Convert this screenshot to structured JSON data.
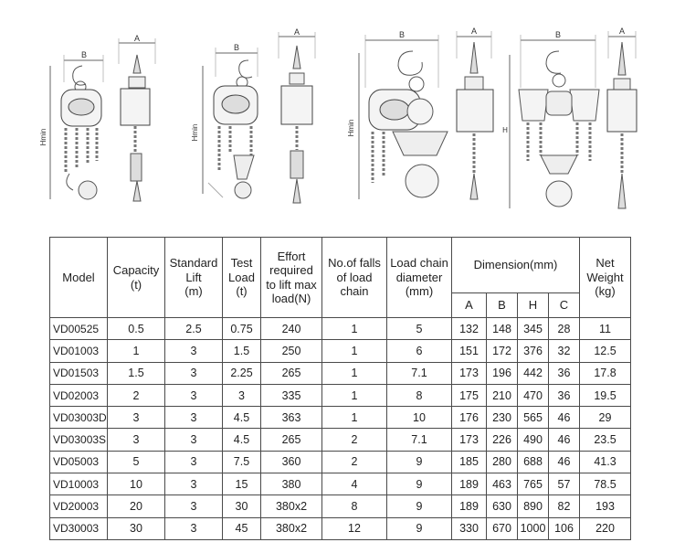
{
  "drawings": {
    "dim_labels": {
      "b1": "B",
      "a1": "A",
      "h1": "Hmin",
      "b2": "B",
      "a2": "A",
      "h2": "Hmin",
      "b3": "B",
      "a3": "A",
      "h3": "Hmin",
      "b4": "B",
      "a4": "A",
      "h4": "H"
    }
  },
  "table": {
    "headers": {
      "model": "Model",
      "capacity": [
        "Capacity",
        "(t)"
      ],
      "lift": [
        "Standard",
        "Lift",
        "(m)"
      ],
      "test_load": [
        "Test",
        "Load",
        "(t)"
      ],
      "effort": [
        "Effort",
        "required",
        "to lift max",
        "load(N)"
      ],
      "falls": [
        "No.of falls",
        "of load",
        "chain"
      ],
      "chain_dia": [
        "Load chain",
        "diameter",
        "(mm)"
      ],
      "dimension": "Dimension(mm)",
      "weight": [
        "Net",
        "Weight",
        "(kg)"
      ],
      "dim_sub": [
        "A",
        "B",
        "H",
        "C"
      ]
    },
    "rows": [
      {
        "model": "VD00525",
        "cap": "0.5",
        "lift": "2.5",
        "test": "0.75",
        "effort": "240",
        "falls": "1",
        "dia": "5",
        "A": "132",
        "B": "148",
        "H": "345",
        "C": "28",
        "weight": "11"
      },
      {
        "model": "VD01003",
        "cap": "1",
        "lift": "3",
        "test": "1.5",
        "effort": "250",
        "falls": "1",
        "dia": "6",
        "A": "151",
        "B": "172",
        "H": "376",
        "C": "32",
        "weight": "12.5"
      },
      {
        "model": "VD01503",
        "cap": "1.5",
        "lift": "3",
        "test": "2.25",
        "effort": "265",
        "falls": "1",
        "dia": "7.1",
        "A": "173",
        "B": "196",
        "H": "442",
        "C": "36",
        "weight": "17.8"
      },
      {
        "model": "VD02003",
        "cap": "2",
        "lift": "3",
        "test": "3",
        "effort": "335",
        "falls": "1",
        "dia": "8",
        "A": "175",
        "B": "210",
        "H": "470",
        "C": "36",
        "weight": "19.5"
      },
      {
        "model": "VD03003D",
        "cap": "3",
        "lift": "3",
        "test": "4.5",
        "effort": "363",
        "falls": "1",
        "dia": "10",
        "A": "176",
        "B": "230",
        "H": "565",
        "C": "46",
        "weight": "29"
      },
      {
        "model": "VD03003S",
        "cap": "3",
        "lift": "3",
        "test": "4.5",
        "effort": "265",
        "falls": "2",
        "dia": "7.1",
        "A": "173",
        "B": "226",
        "H": "490",
        "C": "46",
        "weight": "23.5"
      },
      {
        "model": "VD05003",
        "cap": "5",
        "lift": "3",
        "test": "7.5",
        "effort": "360",
        "falls": "2",
        "dia": "9",
        "A": "185",
        "B": "280",
        "H": "688",
        "C": "46",
        "weight": "41.3"
      },
      {
        "model": "VD10003",
        "cap": "10",
        "lift": "3",
        "test": "15",
        "effort": "380",
        "falls": "4",
        "dia": "9",
        "A": "189",
        "B": "463",
        "H": "765",
        "C": "57",
        "weight": "78.5"
      },
      {
        "model": "VD20003",
        "cap": "20",
        "lift": "3",
        "test": "30",
        "effort": "380x2",
        "falls": "8",
        "dia": "9",
        "A": "189",
        "B": "630",
        "H": "890",
        "C": "82",
        "weight": "193"
      },
      {
        "model": "VD30003",
        "cap": "30",
        "lift": "3",
        "test": "45",
        "effort": "380x2",
        "falls": "12",
        "dia": "9",
        "A": "330",
        "B": "670",
        "H": "1000",
        "C": "106",
        "weight": "220"
      }
    ]
  }
}
